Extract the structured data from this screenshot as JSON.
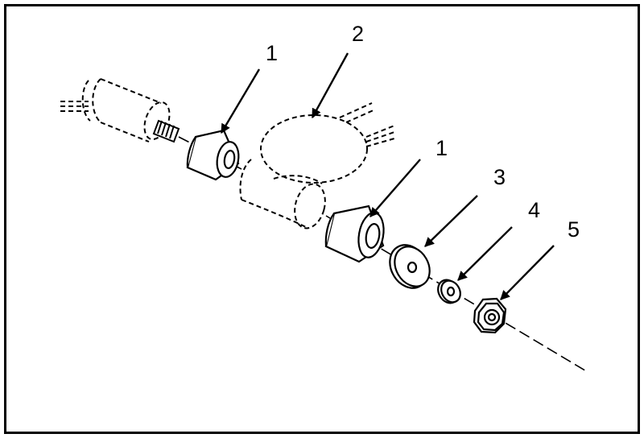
{
  "diagram": {
    "callouts": [
      {
        "id": "c1a",
        "text": "1"
      },
      {
        "id": "c2",
        "text": "2"
      },
      {
        "id": "c1b",
        "text": "1"
      },
      {
        "id": "c3",
        "text": "3"
      },
      {
        "id": "c4",
        "text": "4"
      },
      {
        "id": "c5",
        "text": "5"
      }
    ]
  },
  "colors": {
    "ink": "#000000",
    "background": "#ffffff",
    "part_fill": "#ffffff"
  }
}
